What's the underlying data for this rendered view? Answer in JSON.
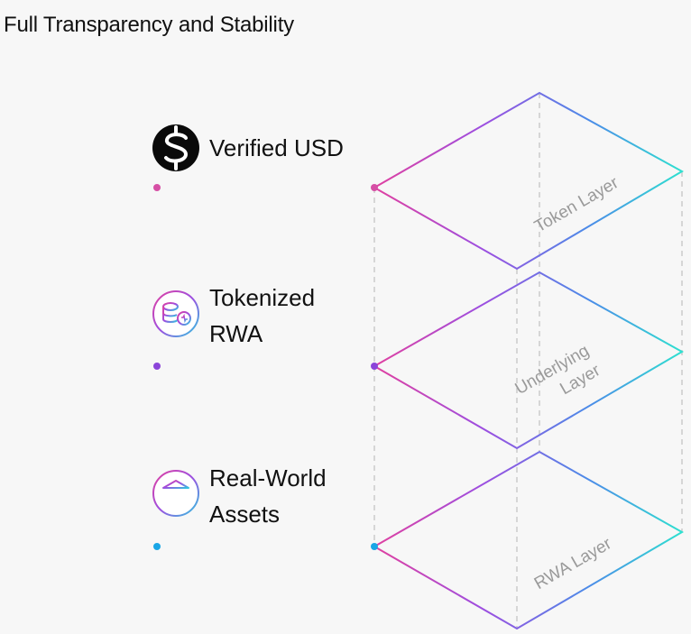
{
  "title": "Full Transparency and Stability",
  "items": [
    {
      "label": "Verified USD",
      "icon": "dollar-icon",
      "dot_color": "#d64fa5",
      "layer_label": "Token Layer"
    },
    {
      "label": "Tokenized RWA",
      "icon": "tokenized-coins-icon",
      "dot_color": "#8b45d9",
      "layer_label": "Underlying Layer"
    },
    {
      "label": "Real-World Assets",
      "icon": "bank-building-icon",
      "dot_color": "#1aa6e6",
      "layer_label": "RWA Layer"
    }
  ],
  "colors": {
    "background": "#f7f7f7",
    "text": "#111111",
    "magenta": "#e040a0",
    "purple": "#9d4ee0",
    "blue": "#4b8ce8",
    "cyan": "#2ee0d0",
    "guide": "#c8c8c8",
    "layer_text": "#9a9a9a"
  }
}
